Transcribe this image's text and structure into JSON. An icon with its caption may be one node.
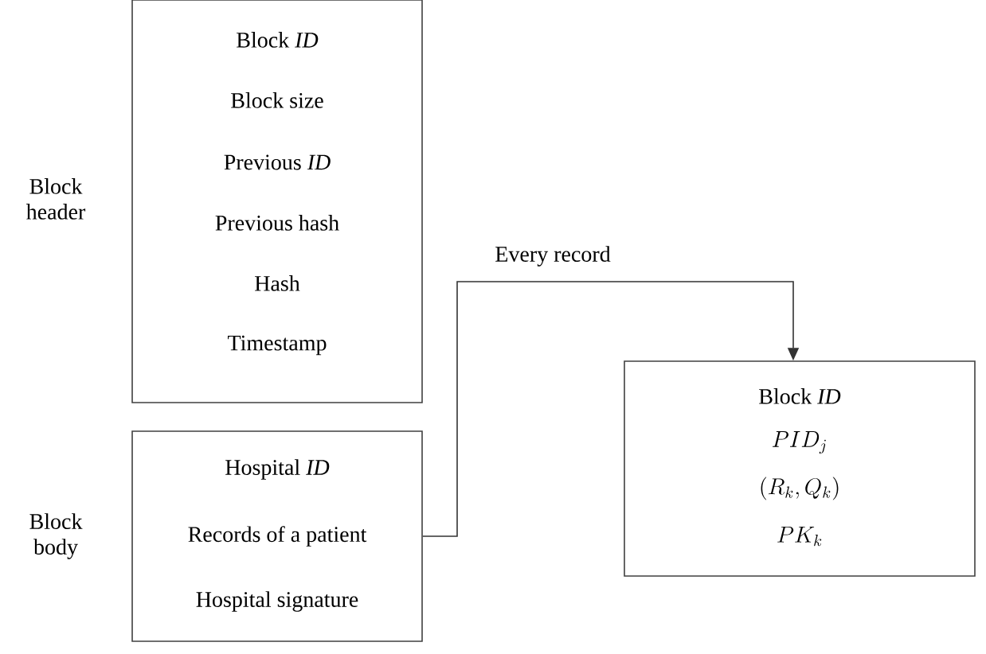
{
  "diagram": {
    "nodes": [
      {
        "text": [
          "Block *ID*",
          "Block size",
          "Previous *ID*",
          "Previous hash",
          "Hash",
          "Timestamp"
        ],
        "beside": [
          "Block header"
        ]
      },
      {
        "text": [
          "Hospital *ID*",
          "Records of a patient",
          "Hospital signature"
        ],
        "beside": [
          "Block body"
        ]
      },
      {
        "text": [
          "Block *ID*",
          "PID_{j}",
          "(R_{k}, Q_{k})",
          "PK_{k}"
        ]
      }
    ],
    "edges": [
      {
        "from": 1,
        "to": 2,
        "arrow": "to",
        "label": "Every record"
      }
    ]
  }
}
